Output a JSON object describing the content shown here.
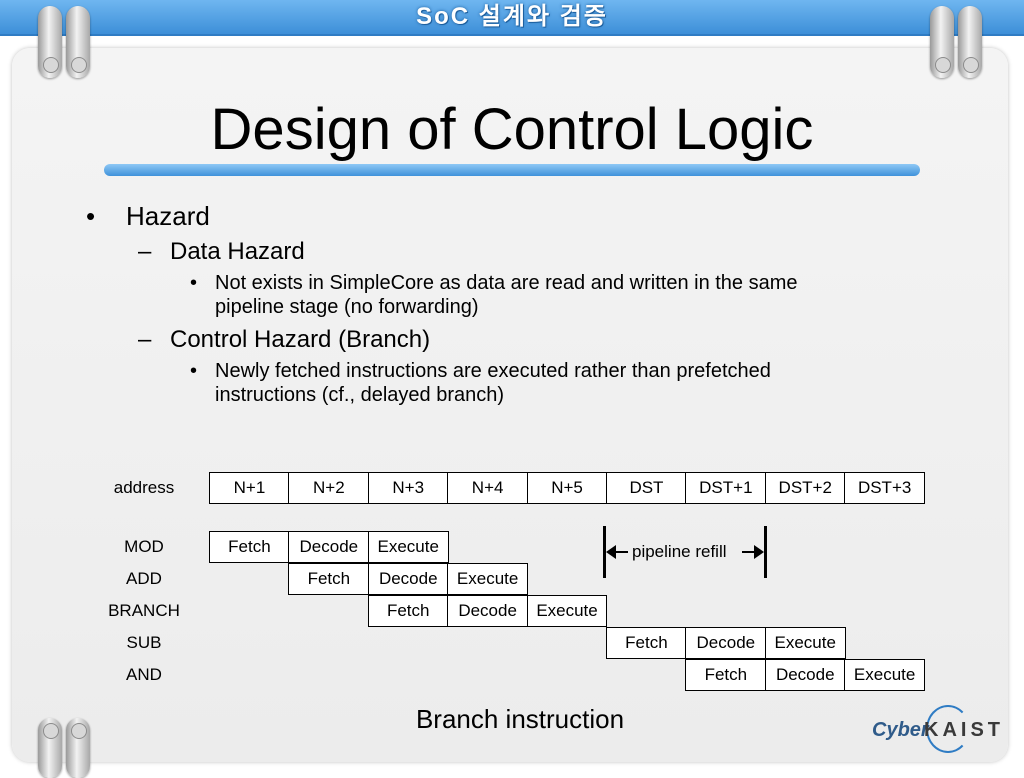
{
  "header": {
    "title": "SoC 설계와 검증"
  },
  "slide": {
    "title": "Design of Control Logic",
    "bullets": {
      "hazard": "Hazard",
      "data_hazard": "Data Hazard",
      "data_hazard_note_line1": "Not exists in SimpleCore as data are read and written in the same",
      "data_hazard_note_line2": "pipeline stage (no forwarding)",
      "control_hazard": "Control Hazard (Branch)",
      "control_hazard_note_line1": "Newly fetched instructions are executed rather than prefetched",
      "control_hazard_note_line2": "instructions (cf., delayed branch)"
    },
    "symbols": {
      "dot": "•",
      "dash": "–"
    }
  },
  "pipeline": {
    "address_label": "address",
    "addresses": [
      "N+1",
      "N+2",
      "N+3",
      "N+4",
      "N+5",
      "DST",
      "DST+1",
      "DST+2",
      "DST+3"
    ],
    "rows": [
      {
        "label": "MOD",
        "start": 0,
        "stages": [
          "Fetch",
          "Decode",
          "Execute"
        ]
      },
      {
        "label": "ADD",
        "start": 1,
        "stages": [
          "Fetch",
          "Decode",
          "Execute"
        ]
      },
      {
        "label": "BRANCH",
        "start": 2,
        "stages": [
          "Fetch",
          "Decode",
          "Execute"
        ]
      },
      {
        "label": "SUB",
        "start": 5,
        "stages": [
          "Fetch",
          "Decode",
          "Execute"
        ]
      },
      {
        "label": "AND",
        "start": 6,
        "stages": [
          "Fetch",
          "Decode",
          "Execute"
        ]
      }
    ],
    "refill_label": "pipeline refill",
    "caption": "Branch instruction"
  },
  "logo": {
    "cyber": "Cyber",
    "kaist": "KAIST"
  }
}
